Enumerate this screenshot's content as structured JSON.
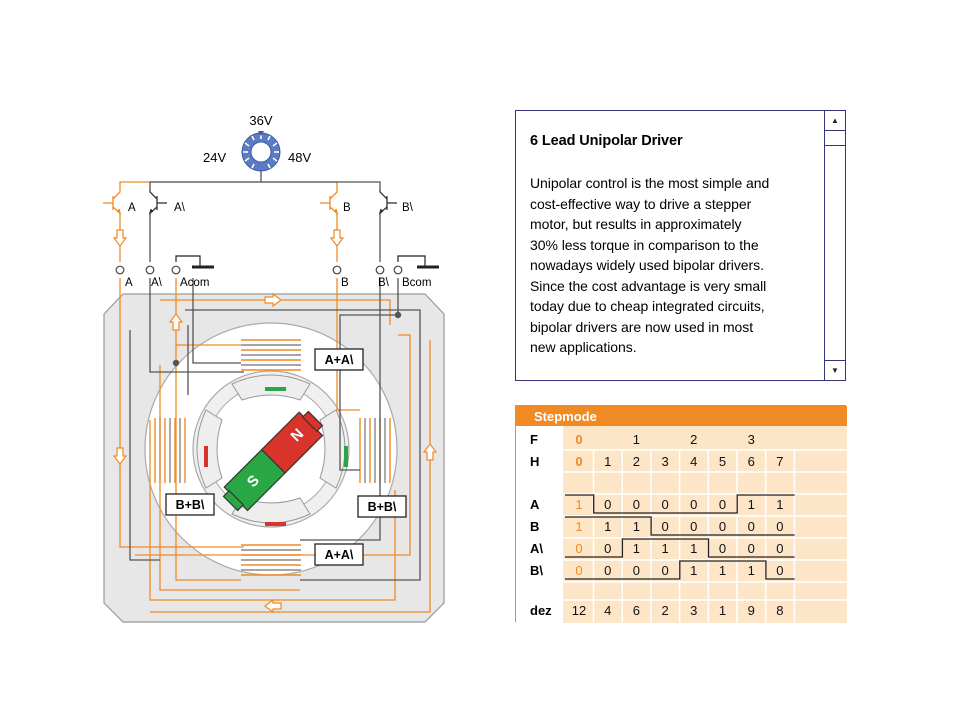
{
  "voltage": {
    "top": "36V",
    "left": "24V",
    "right": "48V"
  },
  "terminals": {
    "trans_a": "A",
    "trans_a_inv": "A\\",
    "trans_b": "B",
    "trans_b_inv": "B\\",
    "a": "A",
    "a_inv": "A\\",
    "acom": "Acom",
    "b": "B",
    "b_inv": "B\\",
    "bcom": "Bcom"
  },
  "coils": {
    "top": "A+A\\",
    "bottom": "A+A\\",
    "left": "B+B\\",
    "right": "B+B\\"
  },
  "rotor": {
    "north": "N",
    "south": "S"
  },
  "info": {
    "title": "6 Lead Unipolar Driver",
    "text": "Unipolar control is the most simple and cost-effective way to drive a stepper motor, but results in approximately 30% less torque in comparison to the nowadays widely used bipolar drivers. Since the cost advantage is very small today due to cheap integrated circuits, bipolar drivers are now used in most new applications.",
    "lines": [
      "Unipolar control is the most simple and",
      "cost-effective way to drive a stepper",
      "motor, but results in approximately",
      "30% less torque in comparison to the",
      "nowadays widely used bipolar drivers.",
      "Since the cost advantage is very small",
      "today due to cheap integrated circuits,",
      "bipolar drivers are now used in most",
      "new applications."
    ]
  },
  "stepmode": {
    "title": "Stepmode",
    "f_label": "F",
    "f_values": [
      "0",
      "1",
      "2",
      "3"
    ],
    "h_label": "H",
    "h_values": [
      "0",
      "1",
      "2",
      "3",
      "4",
      "5",
      "6",
      "7"
    ],
    "rows": [
      {
        "label": "A",
        "values": [
          "1",
          "0",
          "0",
          "0",
          "0",
          "0",
          "1",
          "1"
        ]
      },
      {
        "label": "B",
        "values": [
          "1",
          "1",
          "1",
          "0",
          "0",
          "0",
          "0",
          "0"
        ]
      },
      {
        "label": "A\\",
        "values": [
          "0",
          "0",
          "1",
          "1",
          "1",
          "0",
          "0",
          "0"
        ]
      },
      {
        "label": "B\\",
        "values": [
          "0",
          "0",
          "0",
          "0",
          "1",
          "1",
          "1",
          "0"
        ]
      }
    ],
    "dez_label": "dez",
    "dez_values": [
      "12",
      "4",
      "6",
      "2",
      "3",
      "1",
      "9",
      "8"
    ]
  },
  "colors": {
    "orange": "#f08a24",
    "red": "#d9342b",
    "green": "#29a745",
    "border": "#34347a",
    "tablebg": "#fde6c7"
  }
}
